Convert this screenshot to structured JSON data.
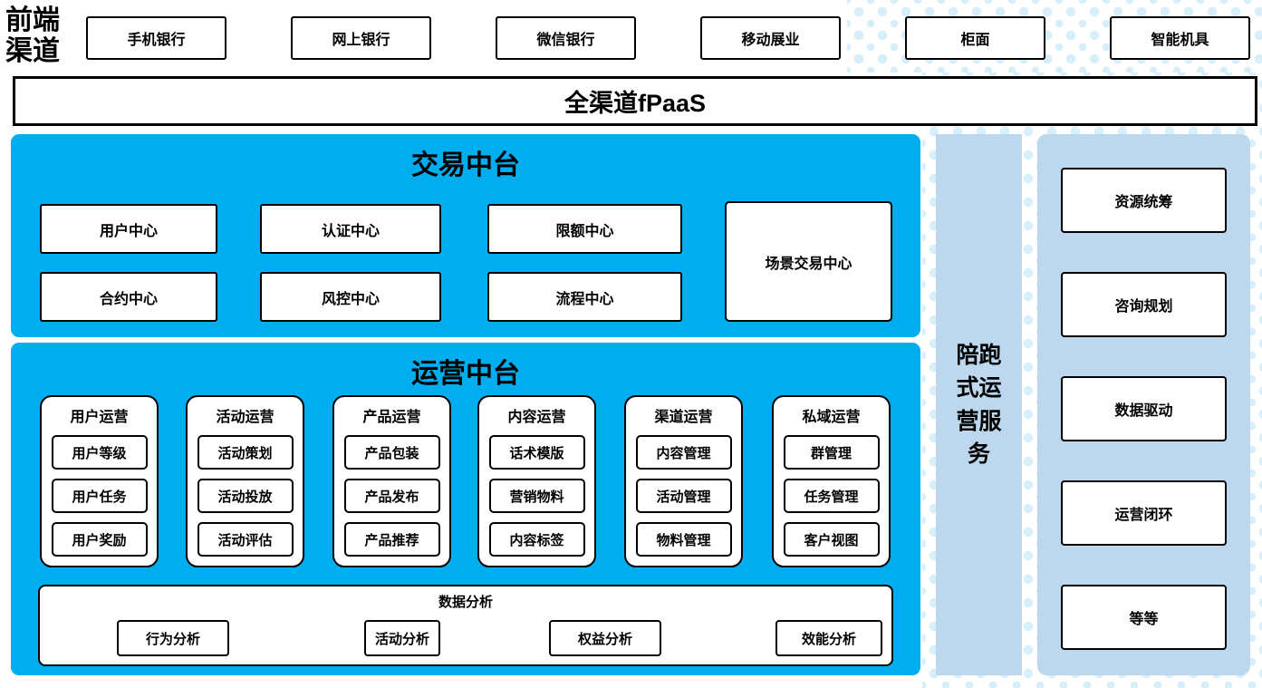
{
  "header": {
    "front_channels_label": "前端渠道",
    "channels": [
      "手机银行",
      "网上银行",
      "微信银行",
      "移动展业",
      "柜面",
      "智能机具"
    ],
    "fpaas_label": "全渠道fPaaS"
  },
  "trading_platform": {
    "title": "交易中台",
    "centers": [
      "用户中心",
      "认证中心",
      "限额中心",
      "合约中心",
      "风控中心",
      "流程中心"
    ],
    "scene_center": "场景交易中心"
  },
  "operations_platform": {
    "title": "运营中台",
    "groups": [
      {
        "title": "用户运营",
        "items": [
          "用户等级",
          "用户任务",
          "用户奖励"
        ]
      },
      {
        "title": "活动运营",
        "items": [
          "活动策划",
          "活动投放",
          "活动评估"
        ]
      },
      {
        "title": "产品运营",
        "items": [
          "产品包装",
          "产品发布",
          "产品推荐"
        ]
      },
      {
        "title": "内容运营",
        "items": [
          "话术模版",
          "营销物料",
          "内容标签"
        ]
      },
      {
        "title": "渠道运营",
        "items": [
          "内容管理",
          "活动管理",
          "物料管理"
        ]
      },
      {
        "title": "私域运营",
        "items": [
          "群管理",
          "任务管理",
          "客户视图"
        ]
      }
    ],
    "data_analysis": {
      "title": "数据分析",
      "items": [
        "行为分析",
        "活动分析",
        "权益分析",
        "效能分析"
      ]
    }
  },
  "companion_bar": {
    "label": "陪跑式运营服务"
  },
  "service_panel": {
    "items": [
      "资源统筹",
      "咨询规划",
      "数据驱动",
      "运营闭环",
      "等等"
    ]
  },
  "colors": {
    "platform_blue": "#00AEEF",
    "panel_lightblue": "#BDD7EE",
    "dot_color": "#D6EFFA"
  }
}
